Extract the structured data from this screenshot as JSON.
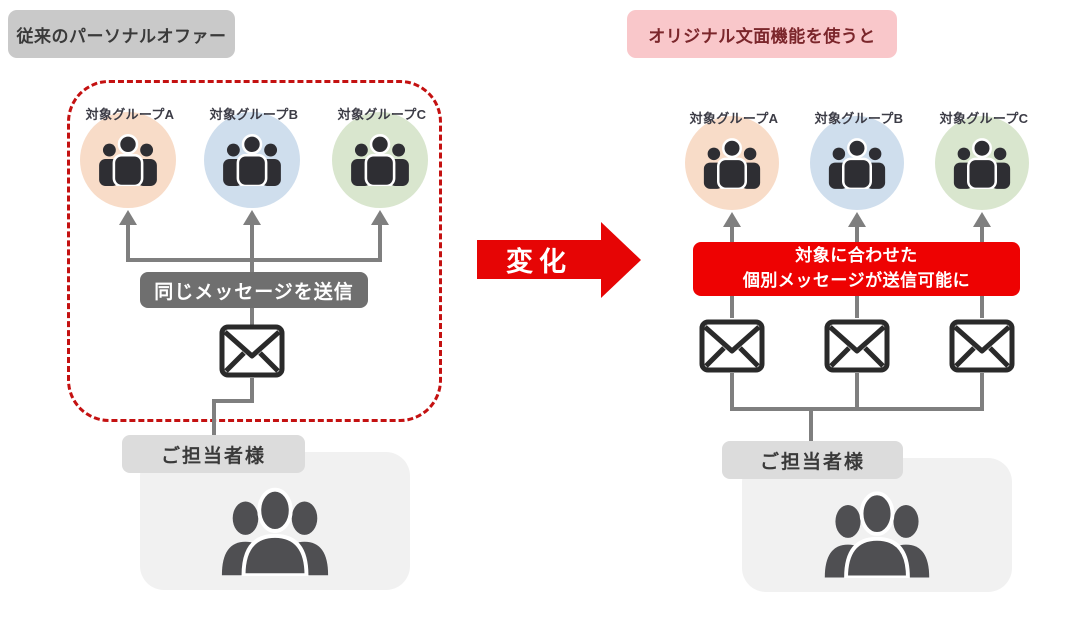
{
  "left_panel": {
    "header": "従来のパーソナルオファー",
    "message_label": "同じメッセージを送信",
    "recipient_label": "ご担当者様"
  },
  "right_panel": {
    "header": "オリジナル文面機能を使うと",
    "message_line1": "対象に合わせた",
    "message_line2": "個別メッセージが送信可能に",
    "recipient_label": "ご担当者様"
  },
  "change_arrow": {
    "label": "変化"
  },
  "groups": [
    {
      "label": "対象グループA",
      "color": "#f8dcc8"
    },
    {
      "label": "対象グループB",
      "color": "#cfdeed"
    },
    {
      "label": "対象グループC",
      "color": "#d9e6ce"
    }
  ],
  "icons": {
    "group": "group-of-users-icon",
    "envelope": "envelope-icon",
    "people": "three-person-silhouette-icon"
  },
  "colors": {
    "left_header_bg": "#c9c9c9",
    "left_header_text": "#3a3a3a",
    "right_header_bg": "#f9c7ca",
    "right_header_text": "#7b262b",
    "accent_red": "#ee0202",
    "dashed_border": "#c41111",
    "connector_gray": "#7f7f7f",
    "message_box_bg": "#6f6f6f",
    "recipient_bg": "#dcdcdc",
    "big_box_bg": "#f1f1f1",
    "icon_dark": "#2e2e33",
    "silhouette_gray": "#4f4f52"
  }
}
